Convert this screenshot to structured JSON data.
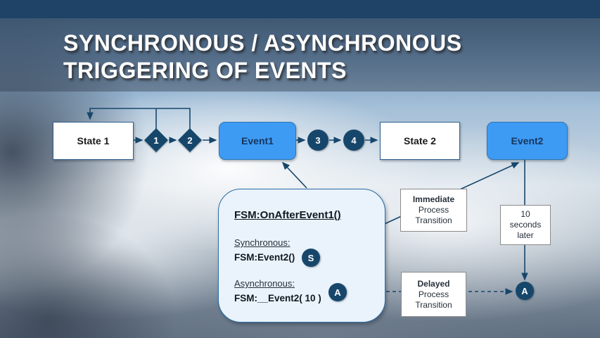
{
  "title": {
    "line1": "SYNCHRONOUS / ASYNCHRONOUS",
    "line2": "TRIGGERING OF EVENTS"
  },
  "flow": {
    "state1": "State 1",
    "step1": "1",
    "step2": "2",
    "event1": "Event1",
    "step3": "3",
    "step4": "4",
    "state2": "State 2",
    "event2": "Event2"
  },
  "fsm_panel": {
    "title": "FSM:OnAfterEvent1()",
    "sync_label": "Synchronous:",
    "sync_code": "FSM:Event2()",
    "sync_badge": "S",
    "async_label": "Asynchronous:",
    "async_code": "FSM:__Event2( 10 )",
    "async_badge": "A"
  },
  "callouts": {
    "immediate": {
      "line1": "Immediate",
      "line2": "Process",
      "line3": "Transition"
    },
    "ten_seconds": {
      "line1": "10",
      "line2": "seconds",
      "line3": "later"
    },
    "delayed": {
      "line1": "Delayed",
      "line2": "Process",
      "line3": "Transition"
    },
    "delayed_badge": "A"
  },
  "colors": {
    "navy": "#17466b",
    "event_blue": "#3e9bf4",
    "event_border": "#2e75b6",
    "panel_fill": "#eaf3fb",
    "top_bar": "#1e4367"
  }
}
